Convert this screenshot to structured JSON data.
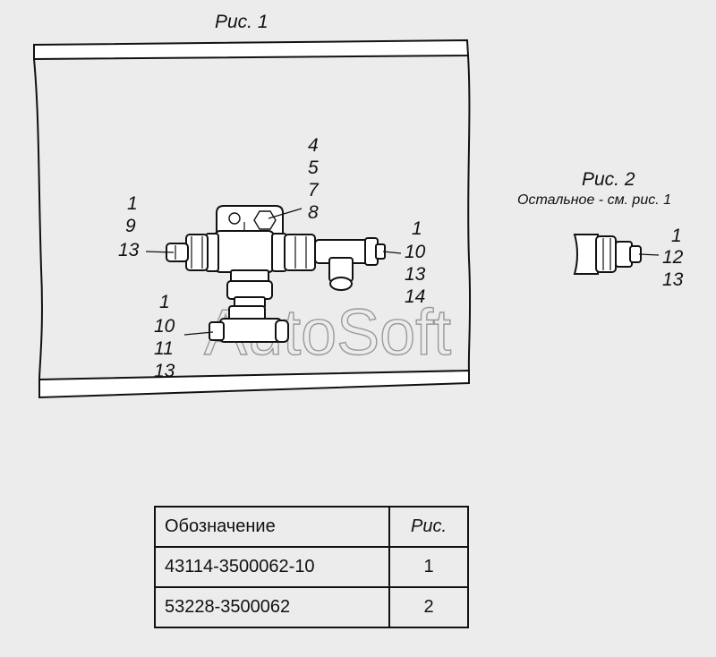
{
  "fig1": {
    "caption": "Рис. 1",
    "labels": {
      "top": [
        "4",
        "5",
        "7",
        "8"
      ],
      "left": [
        "1",
        "9",
        "13"
      ],
      "right": [
        "1",
        "10",
        "13",
        "14"
      ],
      "lower": [
        "1",
        "10",
        "11",
        "13"
      ]
    }
  },
  "fig2": {
    "caption": "Рис. 2",
    "note": "Остальное - см. рис. 1",
    "labels": [
      "1",
      "12",
      "13"
    ]
  },
  "watermark": "AutoSoft",
  "table": {
    "headers": [
      "Обозначение",
      "Рис."
    ],
    "rows": [
      [
        "43114-3500062-10",
        "1"
      ],
      [
        "53228-3500062",
        "2"
      ]
    ]
  }
}
